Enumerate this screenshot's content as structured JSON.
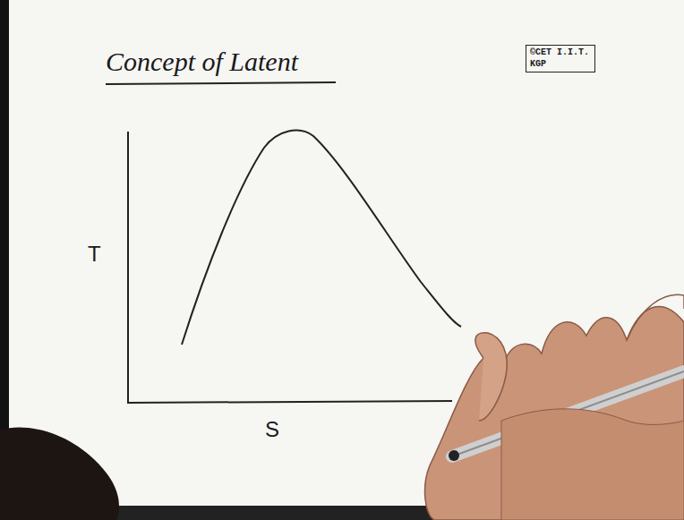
{
  "diagram": {
    "title": "Concept of Latent",
    "nodes": [
      {
        "text": [
          "©CET I.I.T. KGP"
        ]
      }
    ],
    "labels": [
      "T",
      "S"
    ]
  }
}
